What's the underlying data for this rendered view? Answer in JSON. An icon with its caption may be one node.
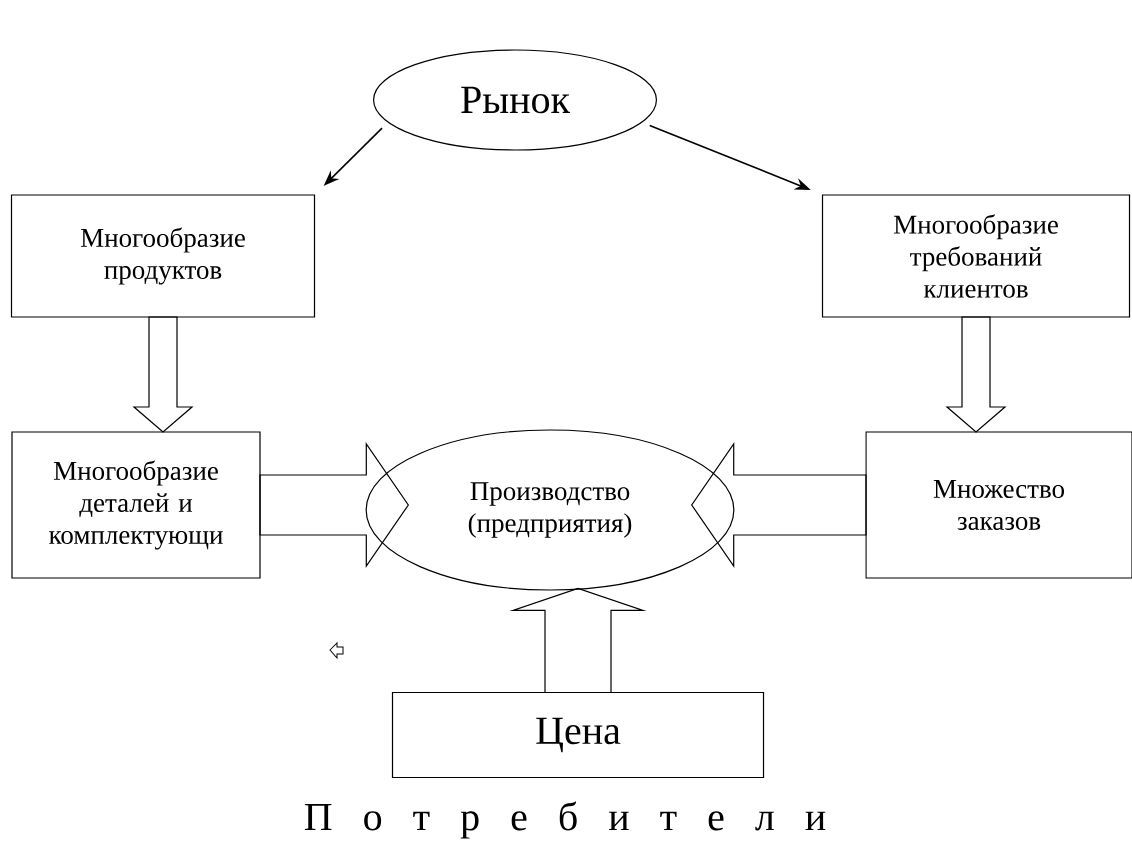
{
  "diagram": {
    "nodes": [
      {
        "text": [
          "Рынок"
        ]
      },
      {
        "text": [
          "Многообразие продуктов"
        ]
      },
      {
        "text": [
          "Многообразие требований клиентов"
        ]
      },
      {
        "text": [
          "Многообразие деталей и комплектующи"
        ]
      },
      {
        "text": [
          "Производство (предприятия)"
        ]
      },
      {
        "text": [
          "Множество заказов"
        ]
      },
      {
        "text": [
          "Цена"
        ]
      }
    ],
    "edges": [
      {
        "from": 0,
        "to": 1,
        "arrow": "to"
      },
      {
        "from": 0,
        "to": 2,
        "arrow": "to"
      },
      {
        "from": 1,
        "to": 3,
        "arrow": "to"
      },
      {
        "from": 2,
        "to": 5,
        "arrow": "to"
      },
      {
        "from": 3,
        "to": 4,
        "arrow": "to"
      },
      {
        "from": 5,
        "to": 4,
        "arrow": "to"
      },
      {
        "from": 6,
        "to": 4,
        "arrow": "to"
      }
    ],
    "labels": [
      "П о т р е б и т е л и"
    ]
  }
}
